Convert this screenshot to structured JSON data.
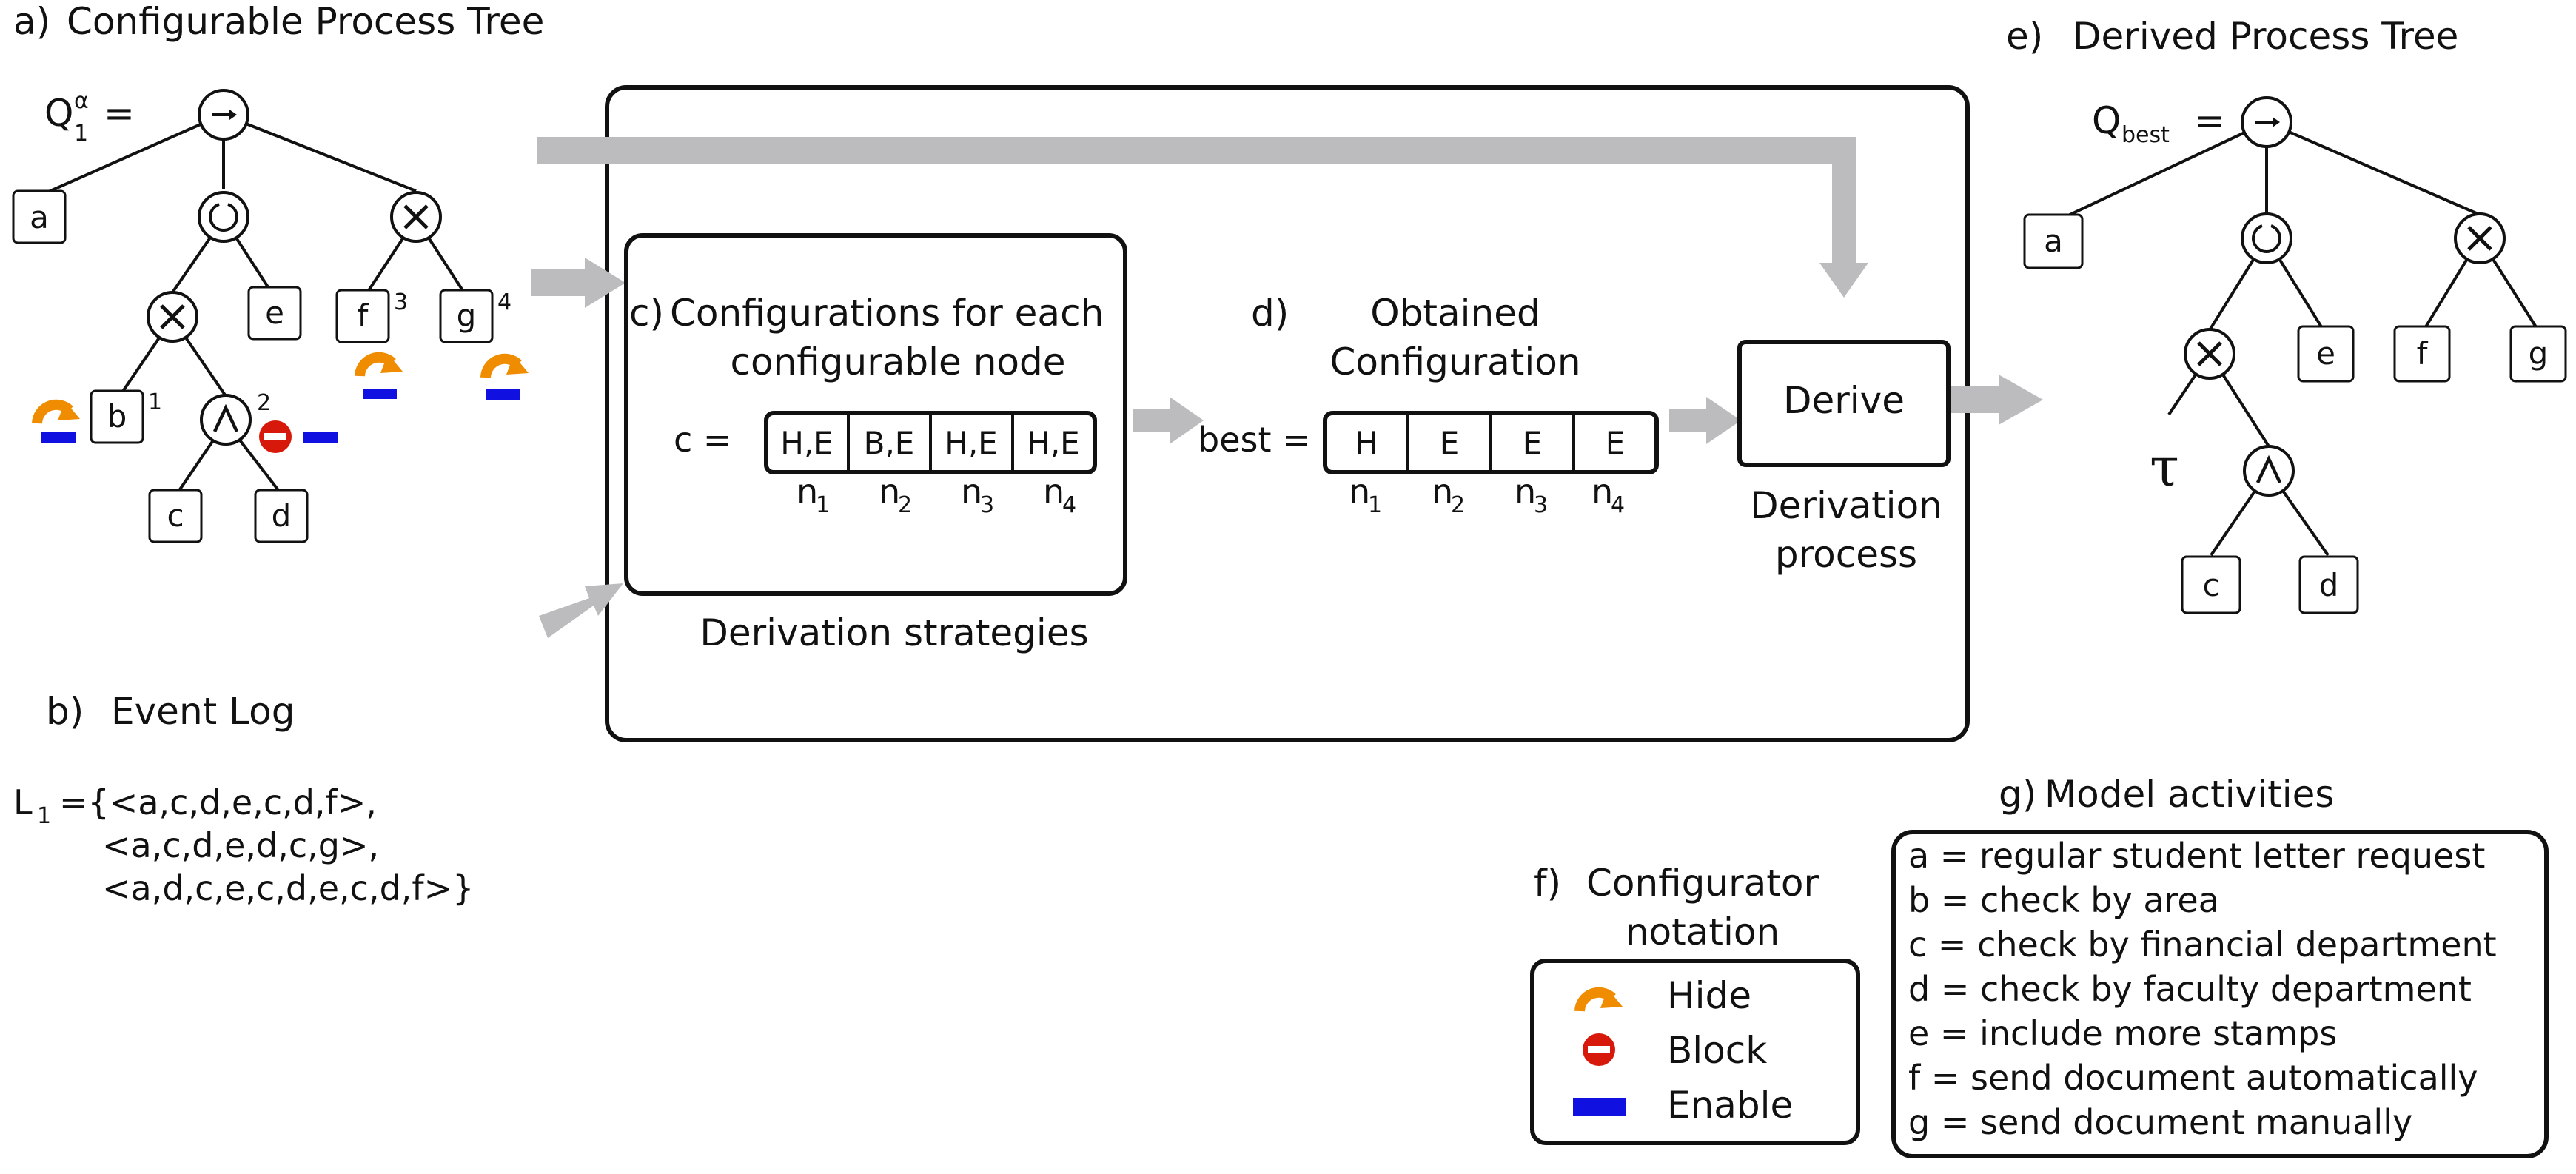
{
  "panels": {
    "a": "a)",
    "a_title": "Configurable Process Tree",
    "b": "b)",
    "b_title": "Event Log",
    "c": "c)",
    "c_title_1": "Configurations for each",
    "c_title_2": "configurable node",
    "c_caption": "Derivation strategies",
    "d": "d)",
    "d_title_1": "Obtained",
    "d_title_2": "Configuration",
    "derive_button": "Derive",
    "derive_caption_1": "Derivation",
    "derive_caption_2": "process",
    "e": "e)",
    "e_title": "Derived Process Tree",
    "f": "f)",
    "f_title_1": "Configurator",
    "f_title_2": "notation",
    "g": "g)",
    "g_title": "Model activities"
  },
  "tree_a": {
    "q_label": "Q",
    "q_sub": "1",
    "q_sup": "α",
    "eq": "=",
    "leaves": [
      "a",
      "e",
      "f",
      "g",
      "b",
      "c",
      "d"
    ],
    "numbers": [
      "1",
      "2",
      "3",
      "4"
    ]
  },
  "tree_e": {
    "q_label": "Q",
    "q_sub": "best",
    "eq": "=",
    "leaves": [
      "a",
      "e",
      "f",
      "g",
      "c",
      "d"
    ],
    "tau": "τ"
  },
  "config_c": {
    "label": "c =",
    "cells": [
      "H,E",
      "B,E",
      "H,E",
      "H,E"
    ],
    "nodes": [
      "n",
      "n",
      "n",
      "n"
    ],
    "subs": [
      "1",
      "2",
      "3",
      "4"
    ]
  },
  "config_best": {
    "label": "best =",
    "cells": [
      "H",
      "E",
      "E",
      "E"
    ],
    "nodes": [
      "n",
      "n",
      "n",
      "n"
    ],
    "subs": [
      "1",
      "2",
      "3",
      "4"
    ]
  },
  "event_log": {
    "L": "L",
    "L_sub": "1",
    "lines": [
      "={<a,c,d,e,c,d,f>,",
      "<a,c,d,e,d,c,g>,",
      "<a,d,c,e,c,d,e,c,d,f>}"
    ]
  },
  "notation": [
    {
      "icon": "hide-icon",
      "label": "Hide"
    },
    {
      "icon": "block-icon",
      "label": "Block"
    },
    {
      "icon": "enable-icon",
      "label": "Enable"
    }
  ],
  "activities": [
    "a = regular student letter request",
    "b = check by area",
    "c = check by financial department",
    "d = check by faculty department",
    "e = include more stamps",
    "f  = send document automatically",
    "g = send document manually"
  ],
  "colors": {
    "hide": "#f08c00",
    "block": "#d7190c",
    "enable": "#1010e0",
    "arrow": "#bcbcbe"
  }
}
